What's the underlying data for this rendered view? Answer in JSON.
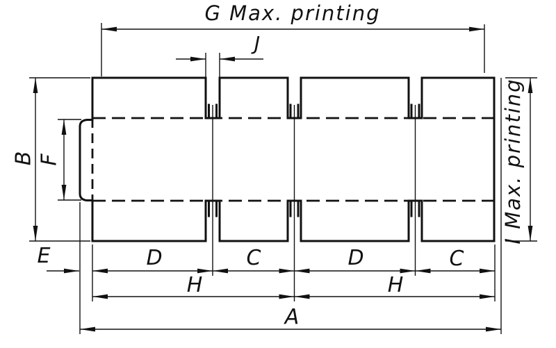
{
  "drawing": {
    "description": "carton dieline technical drawing with dimension annotations",
    "background": "#ffffff",
    "line_color": "#111111",
    "labels": {
      "g_max_printing": "G Max. printing",
      "j": "J",
      "b": "B",
      "f": "F",
      "e": "E",
      "d_left": "D",
      "c_left": "C",
      "d_right": "D",
      "c_right": "C",
      "h_left": "H",
      "h_right": "H",
      "a": "A",
      "i_max_printing": "I Max. printing"
    }
  }
}
